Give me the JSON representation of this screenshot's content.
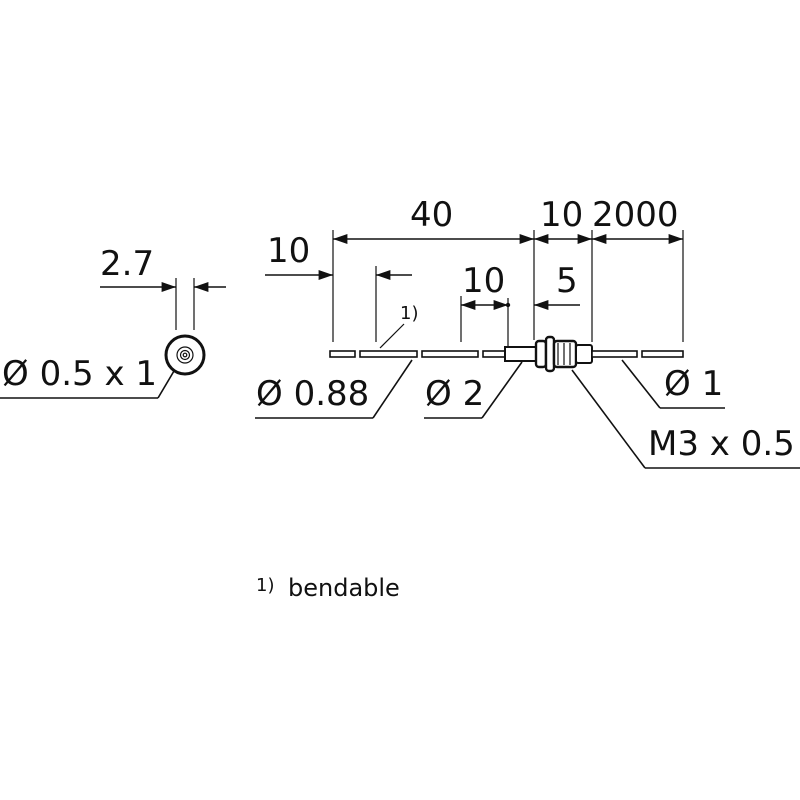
{
  "dimensions": {
    "width_2_7": "2.7",
    "dim_10_left": "10",
    "dim_40": "40",
    "dim_10_top": "10",
    "dim_2000": "2000",
    "dim_10_mid": "10",
    "dim_5": "5"
  },
  "labels": {
    "tip_diameter": "Ø 0.5 x 1",
    "fiber_diameter": "Ø 0.88",
    "sleeve_diameter": "Ø 2",
    "cable_diameter": "Ø 1",
    "thread": "M3 x 0.5",
    "bendable_marker": "1)"
  },
  "footnote": {
    "marker": "1)",
    "text": "bendable"
  }
}
